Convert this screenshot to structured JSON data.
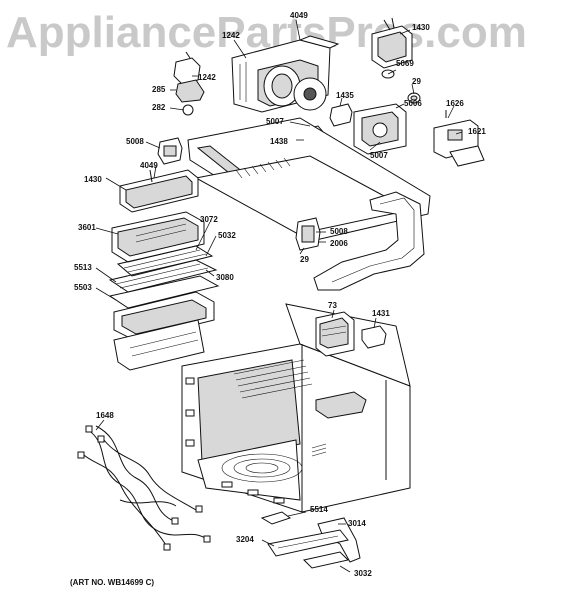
{
  "watermark": "AppliancePartsPros.com",
  "art_note": "(ART NO. WB14699 C)",
  "callouts": {
    "c4049_top": "4049",
    "c1430_top": "1430",
    "c1242_a": "1242",
    "c1242_b": "1242",
    "c285": "285",
    "c282": "282",
    "c5069": "5069",
    "c29_top": "29",
    "c1435": "1435",
    "c5006": "5006",
    "c1626": "1626",
    "c1621": "1621",
    "c5007_a": "5007",
    "c1438": "1438",
    "c5007_b": "5007",
    "c5008_left": "5008",
    "c4049_left": "4049",
    "c1430_left": "1430",
    "c3601": "3601",
    "c3072": "3072",
    "c5032": "5032",
    "c5513": "5513",
    "c3080": "3080",
    "c5503": "5503",
    "c5008_mid": "5008",
    "c2006": "2006",
    "c29_mid": "29",
    "c73": "73",
    "c1431": "1431",
    "c1648": "1648",
    "c5514": "5514",
    "c3014": "3014",
    "c3204": "3204",
    "c3032": "3032"
  }
}
